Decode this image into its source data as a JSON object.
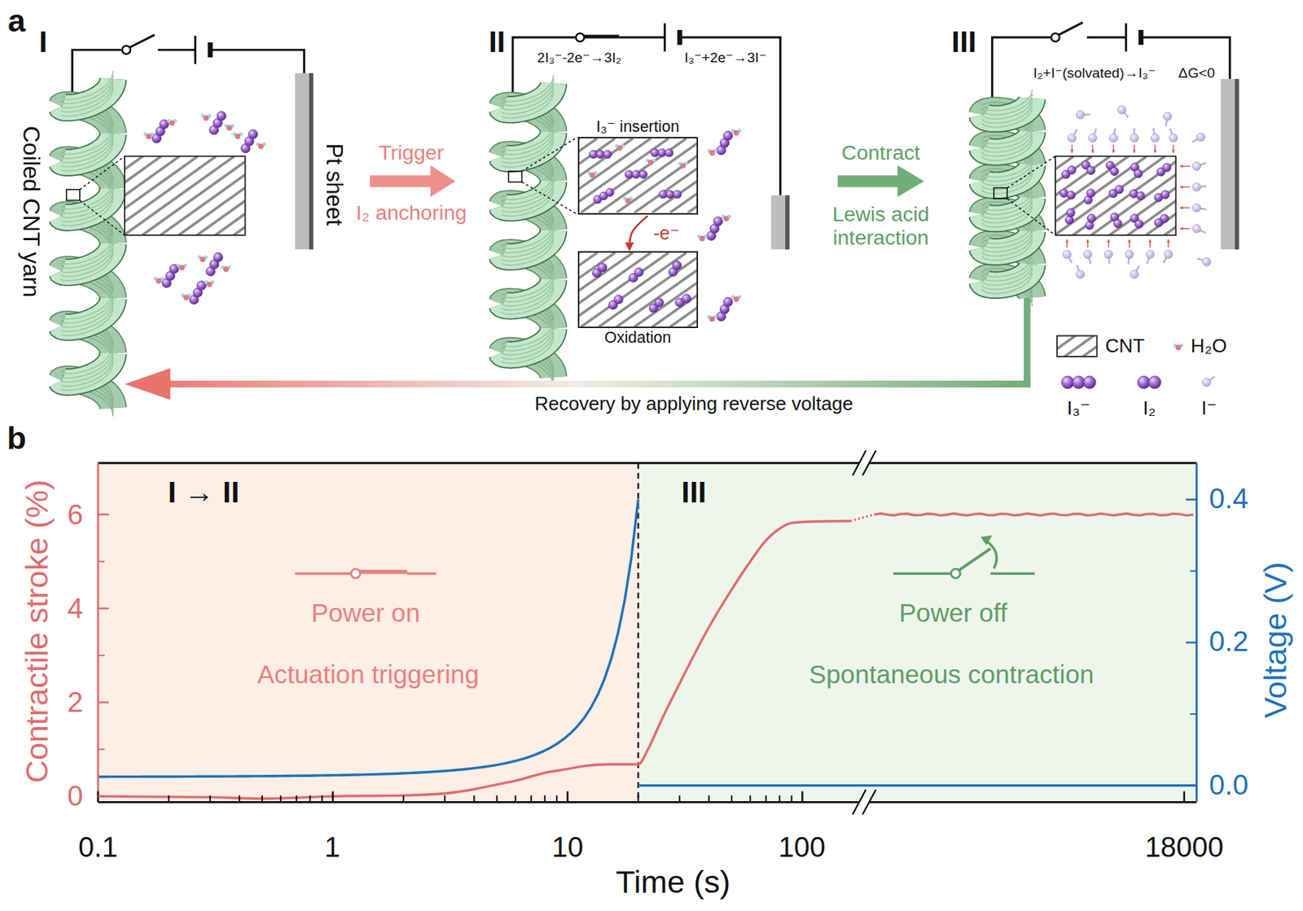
{
  "diagram": {
    "nodes": [
      {
        "text": [
          "I₃⁻ insertion"
        ]
      },
      {
        "text": [
          "Oxidation"
        ]
      },
      {
        "text": [
          "I → II",
          "Power on",
          "Actuation triggering"
        ]
      },
      {
        "text": [
          "III",
          "Power off",
          "Spontaneous contraction"
        ]
      }
    ],
    "edges": [
      {
        "from": 0,
        "to": 1,
        "label": "-e⁻",
        "arrow": "to"
      }
    ],
    "labels": [
      "a",
      "I",
      "Coiled CNT yarn",
      "Pt sheet",
      "Trigger",
      "I₂ anchoring",
      "II",
      "2I₃⁻-2e⁻→3I₂",
      "I₃⁻+2e⁻→3I⁻",
      "Contract",
      "Lewis acid interaction",
      "III",
      "I₂+I⁻(solvated)→I₃⁻",
      "ΔG<0",
      "Recovery by applying reverse voltage",
      "b",
      "Contractile stroke (%)",
      "0",
      "2",
      "4",
      "6",
      "Voltage (V)",
      "0.0",
      "0.2",
      "0.4",
      "0.1",
      "1",
      "10",
      "100",
      "18000",
      "Time (s)"
    ],
    "legend": [
      {
        "text": "CNT"
      },
      {
        "text": "H₂O"
      },
      {
        "text": "I₃⁻"
      },
      {
        "text": "I₂"
      },
      {
        "text": "I⁻"
      }
    ]
  }
}
